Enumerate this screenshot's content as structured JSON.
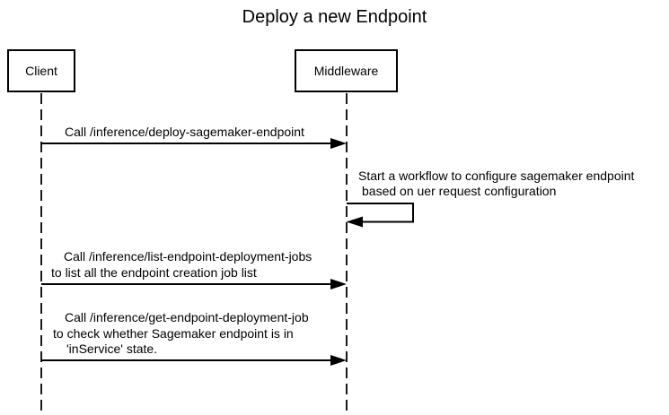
{
  "diagram": {
    "type": "sequence-diagram",
    "title": "Deploy a new Endpoint",
    "colors": {
      "background": "#ffffff",
      "line": "#000000",
      "text": "#000000"
    }
  },
  "actors": [
    {
      "label": "Client"
    },
    {
      "label": "Middleware"
    }
  ],
  "messages": [
    {
      "from": "Client",
      "to": "Middleware",
      "kind": "solid-arrow",
      "lines": [
        "Call /inference/deploy-sagemaker-endpoint"
      ]
    },
    {
      "from": "Middleware",
      "to": "Middleware",
      "kind": "self-message",
      "lines": [
        "Start a workflow to configure sagemaker endpoint",
        "based on uer request configuration"
      ]
    },
    {
      "from": "Client",
      "to": "Middleware",
      "kind": "solid-arrow",
      "lines": [
        "Call /inference/list-endpoint-deployment-jobs",
        "to list all the endpoint creation job list"
      ]
    },
    {
      "from": "Client",
      "to": "Middleware",
      "kind": "solid-arrow",
      "lines": [
        "Call /inference/get-endpoint-deployment-job",
        "to check whether Sagemaker endpoint is in",
        "'inService' state."
      ]
    }
  ]
}
